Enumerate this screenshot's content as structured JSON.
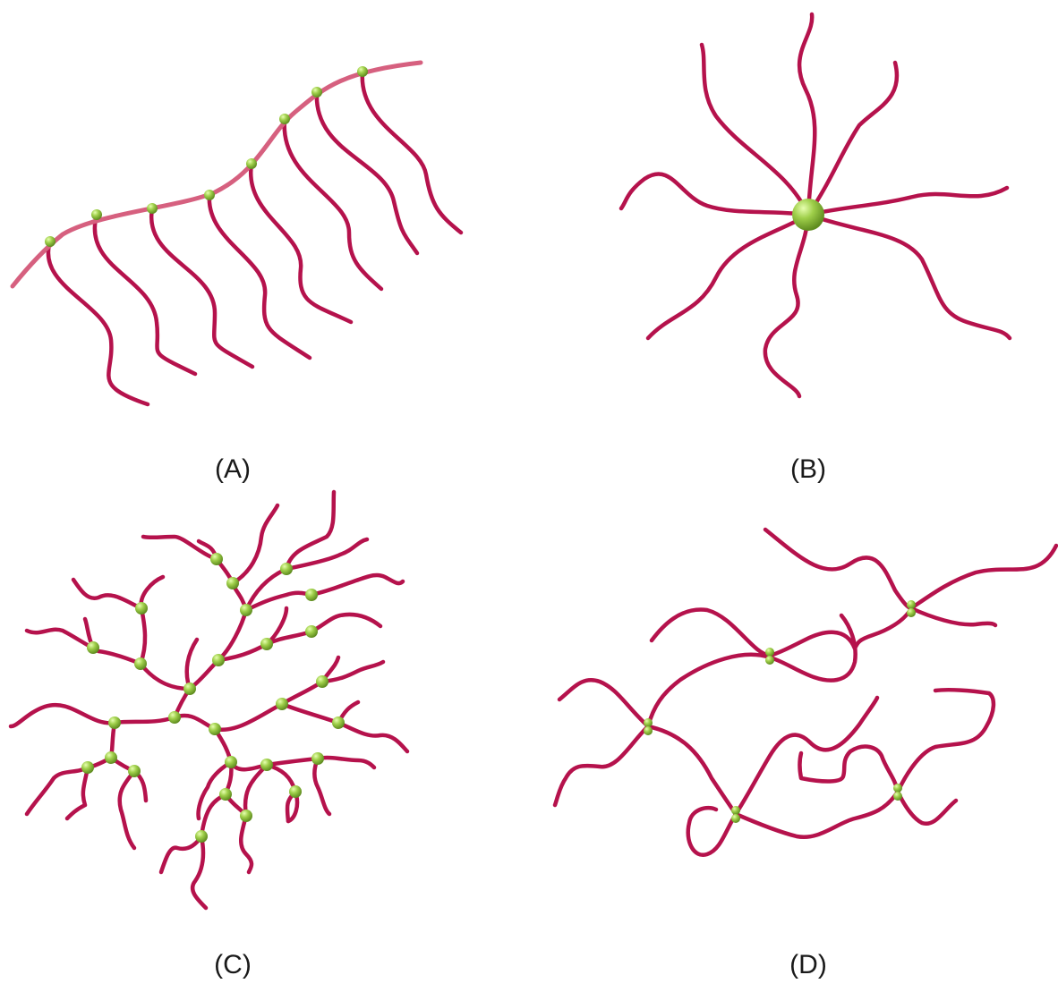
{
  "panels": [
    {
      "label": "(A)"
    },
    {
      "label": "(B)"
    },
    {
      "label": "(C)"
    },
    {
      "label": "(D)"
    }
  ],
  "colors": {
    "chain": "#b5124c",
    "chain_highlight": "#e84a82",
    "backbone": "#d6607f",
    "node": "#8fc23f",
    "node_highlight": "#d4f08a",
    "node_dark": "#5f8c1f"
  }
}
